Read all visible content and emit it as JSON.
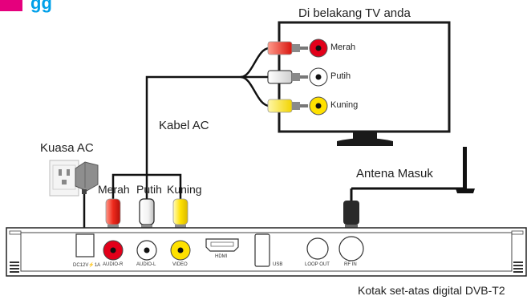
{
  "header": {
    "fragment": "gg"
  },
  "tv": {
    "caption": "Di belakang TV anda",
    "ports": [
      {
        "label": "Merah",
        "color": "#e2001a"
      },
      {
        "label": "Putih",
        "color": "#ffffff"
      },
      {
        "label": "Kuning",
        "color": "#ffe100"
      }
    ]
  },
  "cables": {
    "av_cable_label": "Kabel AC",
    "power_label": "Kuasa AC",
    "antenna_label": "Antena Masuk",
    "plug_labels": [
      "Merah",
      "Putih",
      "Kuning"
    ]
  },
  "stb": {
    "caption": "Kotak set-atas digital DVB-T2",
    "ports": {
      "dc": "DC12V⚡1A",
      "audio_r": "AUDIO-R",
      "audio_l": "AUDIO-L",
      "video": "VIDEO",
      "hdmi": "HDMI",
      "usb": "USB",
      "loop_out": "LOOP OUT",
      "rf_in": "RF IN"
    }
  },
  "colors": {
    "brand_accent": "#e5007d",
    "header_text": "#00a0e9",
    "red_plug": "#e2001a",
    "white_plug": "#ffffff",
    "yellow_plug": "#ffe100",
    "cable": "#111111"
  }
}
